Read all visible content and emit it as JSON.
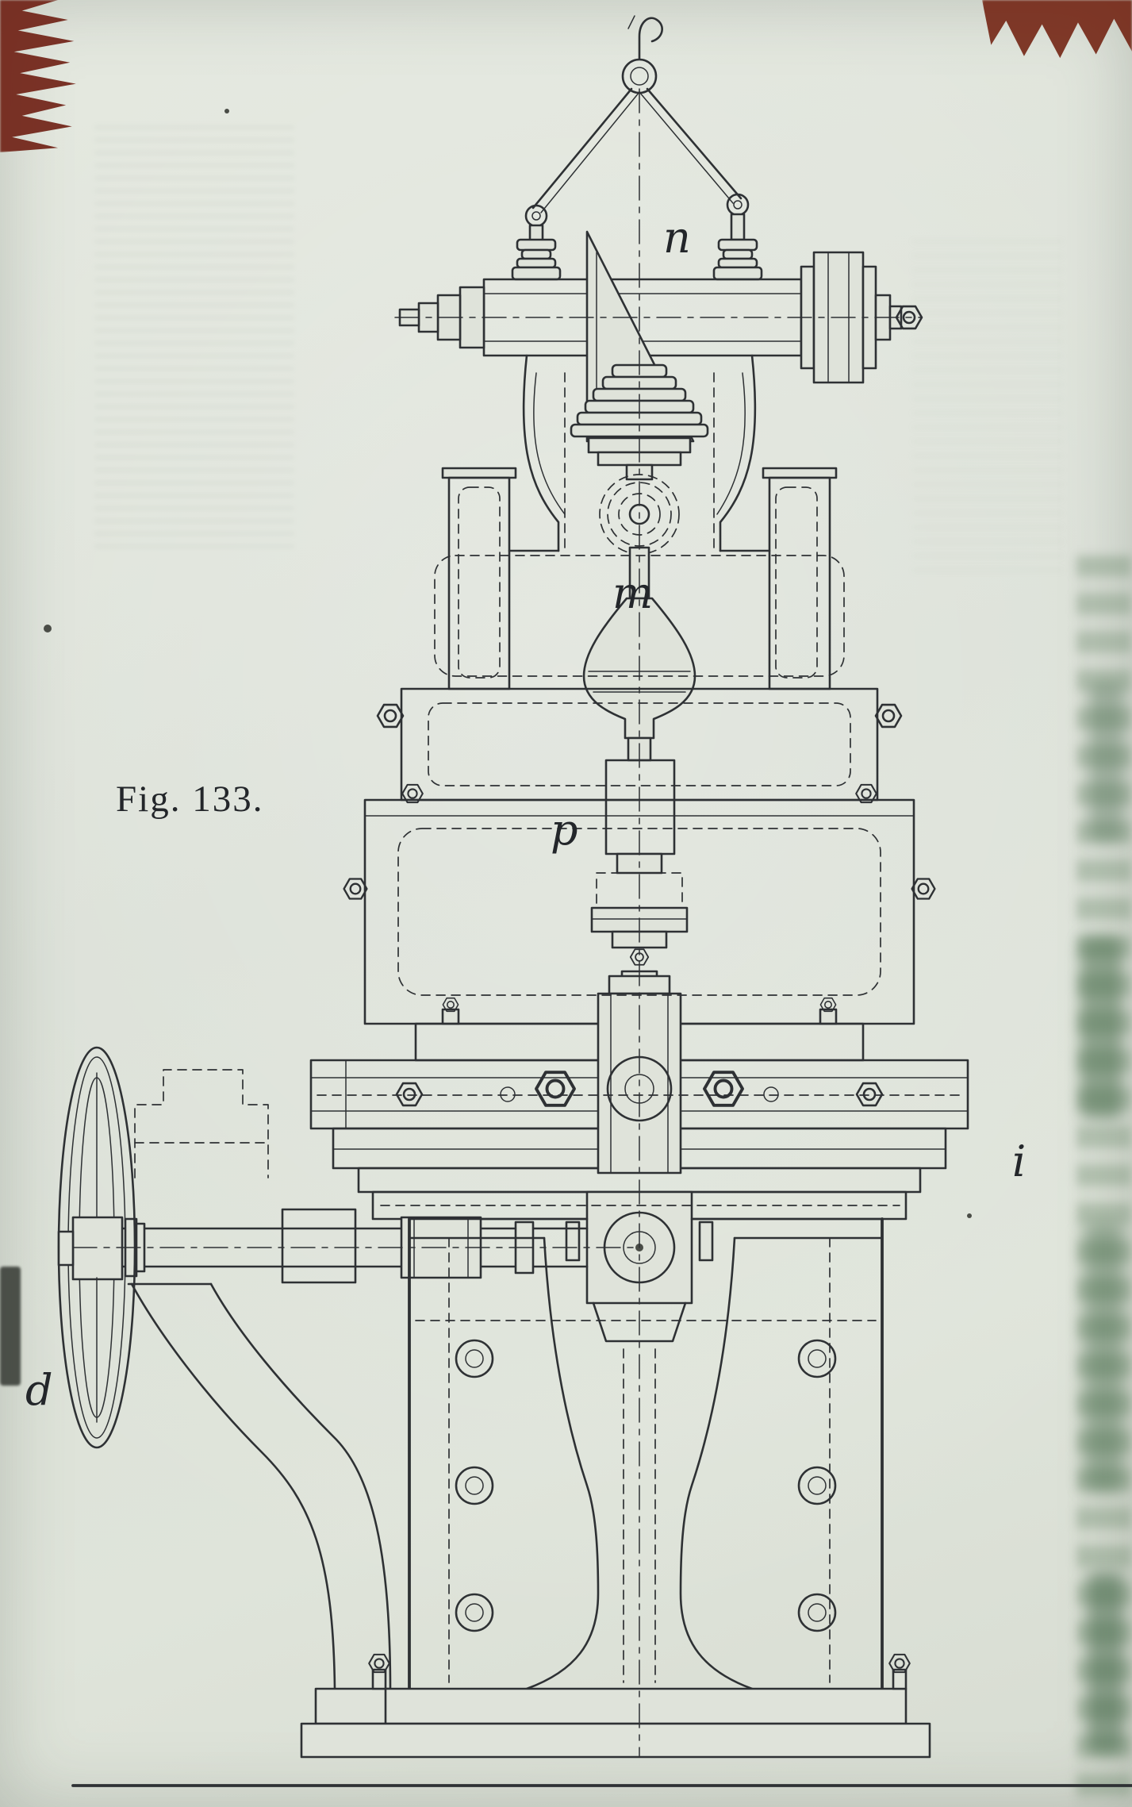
{
  "figure": {
    "caption": "Fig. 133.",
    "labels": {
      "n": "n",
      "m": "m",
      "p": "p",
      "i": "i",
      "d": "d"
    }
  },
  "colors": {
    "paper": "#dfe3da",
    "ink": "#2e3134",
    "bleed_red": "#6e1e12",
    "bleed_green": "#5f8060"
  }
}
